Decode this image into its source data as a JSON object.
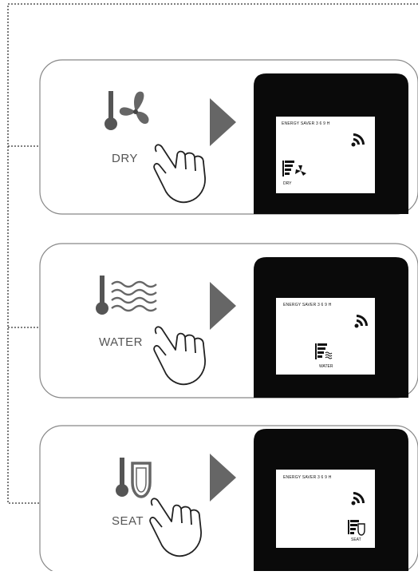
{
  "panels": [
    {
      "label": "DRY",
      "mode_icon": "fan-icon",
      "lcd": {
        "header": "ENERGY SAVER 3 6 9 H",
        "mode_label": "DRY"
      }
    },
    {
      "label": "WATER",
      "mode_icon": "water-waves-icon",
      "lcd": {
        "header": "ENERGY SAVER 3 6 9 H",
        "mode_label": "WATER"
      }
    },
    {
      "label": "SEAT",
      "mode_icon": "toilet-seat-icon",
      "lcd": {
        "header": "ENERGY SAVER 3 6 9 H",
        "mode_label": "SEAT"
      }
    }
  ],
  "icons": [
    "thermometer-icon",
    "hand-pointer-icon",
    "arrow-right-icon",
    "wifi-signal-icon",
    "level-bars-icon"
  ],
  "colors": {
    "lcd_bezel": "#0a0a0a",
    "lcd_screen": "#ffffff",
    "arrow": "#666666",
    "panel_border": "#888888"
  }
}
